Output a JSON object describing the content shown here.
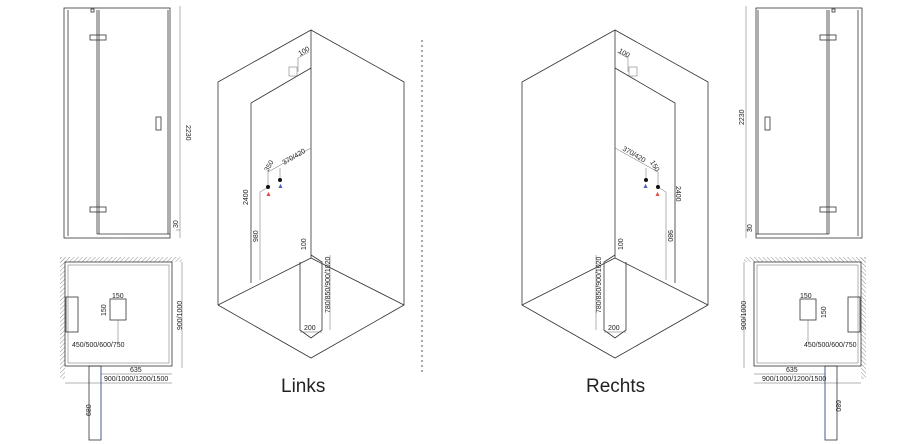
{
  "left": {
    "title": "Links",
    "elevation": {
      "height": "2230",
      "base": "30"
    },
    "plan": {
      "tray_w": "150",
      "tray_h": "150",
      "tray_offset": "450/500/600/750",
      "depth": "900/1000",
      "door": "635",
      "width": "900/1000/1200/1500",
      "swing": "680"
    },
    "iso": {
      "top": "100",
      "pipe_gap": "350",
      "pipe_offset": "370/420",
      "wall_height": "2400",
      "pipe_height": "980",
      "drain_h": "100",
      "drain_offset": "780/850/900/1020",
      "drain_w": "200"
    }
  },
  "right": {
    "title": "Rechts",
    "elevation": {
      "height": "2230",
      "base": "30"
    },
    "plan": {
      "tray_w": "150",
      "tray_h": "150",
      "tray_offset": "450/500/600/750",
      "depth": "900/1000",
      "door": "635",
      "width": "900/1000/1200/1500",
      "swing": "680"
    },
    "iso": {
      "top": "100",
      "pipe_gap": "150",
      "pipe_offset": "370/420",
      "wall_height": "2400",
      "pipe_height": "980",
      "drain_h": "100",
      "drain_offset": "780/850/900/1020",
      "drain_w": "200"
    }
  },
  "colors": {
    "hot": "#e05040",
    "cold": "#5060c0"
  }
}
